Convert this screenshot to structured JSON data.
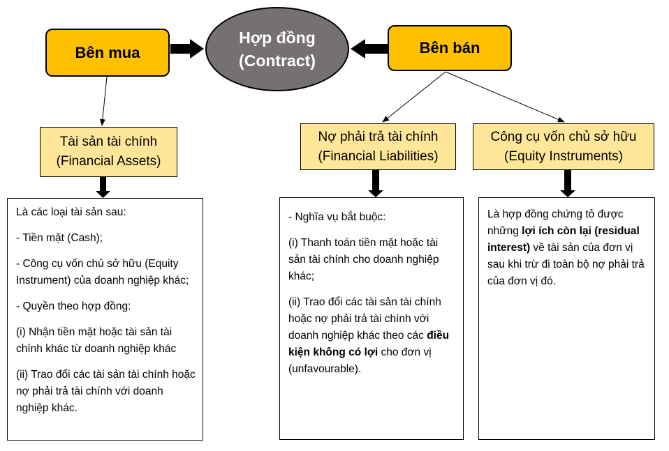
{
  "colors": {
    "party_fill": "#FFC000",
    "contract_fill": "#767171",
    "category_fill": "#FFE699",
    "box_fill": "#FFFFFF",
    "stroke": "#000000"
  },
  "buyer": {
    "label": "Bên mua"
  },
  "seller": {
    "label": "Bên bán"
  },
  "contract": {
    "line1": "Hợp đồng",
    "line2": "(Contract)"
  },
  "financial_assets": {
    "line1": "Tài sản tài chính",
    "line2": "(Financial Assets)",
    "items": [
      "Là các loại tài sản sau:",
      "- Tiền mặt (Cash);",
      "- Công cụ vốn chủ sở hữu (Equity Instrument) của doanh nghiệp khác;",
      "- Quyền theo hợp đồng:",
      "(i) Nhận tiền mặt hoặc tài sản tài chính khác từ doanh nghiệp khác",
      "(ii) Trao đổi các tài sản tài chính hoặc nợ phải trả tài chính với doanh nghiệp khác."
    ]
  },
  "financial_liabilities": {
    "line1": "Nợ phải trả tài chính",
    "line2": "(Financial Liabilities)",
    "items": {
      "intro": "- Nghĩa vụ bắt buộc:",
      "item1": "(i) Thanh toán tiền mặt hoặc tài sản tài chính cho doanh nghiệp khác;",
      "item2_pre": "(ii) Trao đổi các tài sản tài chính hoặc nợ phải trả tài chính với doanh nghiệp khác theo các ",
      "item2_bold": "điều kiện không có lợi",
      "item2_post": " cho đơn vị (unfavourable)."
    }
  },
  "equity_instruments": {
    "line1": "Công cụ vốn chủ sở hữu",
    "line2": "(Equity Instruments)",
    "desc": {
      "pre": "Là hợp đồng chứng tỏ được những ",
      "bold": "lợi ích còn lại (residual interest)",
      "post": " về tài sản của đơn vị sau khi trừ đi toàn bộ nợ phải trả của đơn vị đó."
    }
  }
}
